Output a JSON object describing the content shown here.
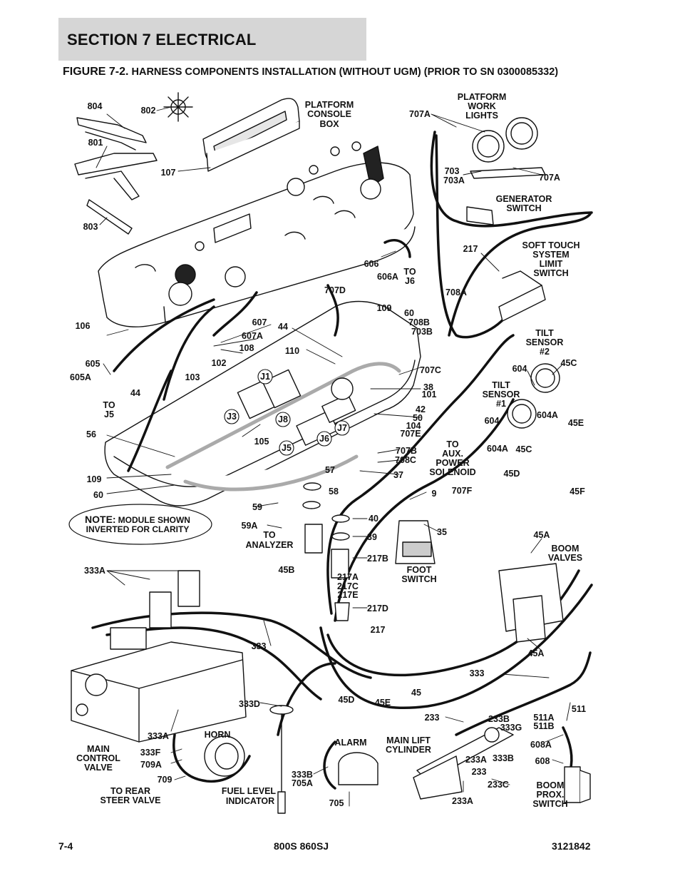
{
  "section_header": "SECTION 7   ELECTRICAL",
  "figure_title": {
    "lead": "FIGURE 7-2.",
    "rest": " HARNESS COMPONENTS INSTALLATION (WITHOUT UGM) (PRIOR TO SN 0300085332)"
  },
  "footer": {
    "page": "7-4",
    "model": "800S 860SJ",
    "doc_number": "3121842"
  },
  "note": {
    "prefix": "NOTE:",
    "line1": "MODULE SHOWN",
    "line2": "INVERTED FOR CLARITY"
  },
  "connectors": [
    "J1",
    "J3",
    "J8",
    "J6",
    "J7",
    "J5"
  ],
  "labels": [
    {
      "t": "804"
    },
    {
      "t": "802"
    },
    {
      "t": "801"
    },
    {
      "t": "803"
    },
    {
      "t": "107"
    },
    {
      "t": "PLATFORM"
    },
    {
      "t": "CONSOLE"
    },
    {
      "t": "BOX"
    },
    {
      "t": "PLATFORM"
    },
    {
      "t": "WORK"
    },
    {
      "t": "LIGHTS"
    },
    {
      "t": "707A"
    },
    {
      "t": "703"
    },
    {
      "t": "703A"
    },
    {
      "t": "707A"
    },
    {
      "t": "GENERATOR"
    },
    {
      "t": "SWITCH"
    },
    {
      "t": "217"
    },
    {
      "t": "SOFT TOUCH"
    },
    {
      "t": "SYSTEM"
    },
    {
      "t": "LIMIT"
    },
    {
      "t": "SWITCH"
    },
    {
      "t": "606"
    },
    {
      "t": "606A"
    },
    {
      "t": "TO"
    },
    {
      "t": "J6"
    },
    {
      "t": "707D"
    },
    {
      "t": "708A"
    },
    {
      "t": "109"
    },
    {
      "t": "60"
    },
    {
      "t": "708B"
    },
    {
      "t": "703B"
    },
    {
      "t": "106"
    },
    {
      "t": "607"
    },
    {
      "t": "607A"
    },
    {
      "t": "44"
    },
    {
      "t": "108"
    },
    {
      "t": "110"
    },
    {
      "t": "605"
    },
    {
      "t": "605A"
    },
    {
      "t": "44"
    },
    {
      "t": "TO"
    },
    {
      "t": "J5"
    },
    {
      "t": "102"
    },
    {
      "t": "103"
    },
    {
      "t": "707C"
    },
    {
      "t": "38"
    },
    {
      "t": "101"
    },
    {
      "t": "TILT"
    },
    {
      "t": "SENSOR"
    },
    {
      "t": "#2"
    },
    {
      "t": "604"
    },
    {
      "t": "45C"
    },
    {
      "t": "TILT"
    },
    {
      "t": "SENSOR"
    },
    {
      "t": "#1"
    },
    {
      "t": "604"
    },
    {
      "t": "604A"
    },
    {
      "t": "45E"
    },
    {
      "t": "42"
    },
    {
      "t": "50"
    },
    {
      "t": "104"
    },
    {
      "t": "707E"
    },
    {
      "t": "56"
    },
    {
      "t": "105"
    },
    {
      "t": "707B"
    },
    {
      "t": "708C"
    },
    {
      "t": "37"
    },
    {
      "t": "TO"
    },
    {
      "t": "AUX."
    },
    {
      "t": "POWER"
    },
    {
      "t": "SOLENOID"
    },
    {
      "t": "604A"
    },
    {
      "t": "45C"
    },
    {
      "t": "45D"
    },
    {
      "t": "45F"
    },
    {
      "t": "109"
    },
    {
      "t": "57"
    },
    {
      "t": "60"
    },
    {
      "t": "58"
    },
    {
      "t": "707F"
    },
    {
      "t": "9"
    },
    {
      "t": "59"
    },
    {
      "t": "40"
    },
    {
      "t": "59A"
    },
    {
      "t": "TO"
    },
    {
      "t": "ANALYZER"
    },
    {
      "t": "39"
    },
    {
      "t": "35"
    },
    {
      "t": "45A"
    },
    {
      "t": "BOOM"
    },
    {
      "t": "VALVES"
    },
    {
      "t": "333A"
    },
    {
      "t": "45B"
    },
    {
      "t": "217B"
    },
    {
      "t": "FOOT"
    },
    {
      "t": "SWITCH"
    },
    {
      "t": "217A"
    },
    {
      "t": "217C"
    },
    {
      "t": "217E"
    },
    {
      "t": "217D"
    },
    {
      "t": "333"
    },
    {
      "t": "217"
    },
    {
      "t": "45A"
    },
    {
      "t": "333"
    },
    {
      "t": "333D"
    },
    {
      "t": "45D"
    },
    {
      "t": "45E"
    },
    {
      "t": "45"
    },
    {
      "t": "233"
    },
    {
      "t": "233B"
    },
    {
      "t": "333G"
    },
    {
      "t": "511"
    },
    {
      "t": "511A"
    },
    {
      "t": "511B"
    },
    {
      "t": "333A"
    },
    {
      "t": "HORN"
    },
    {
      "t": "ALARM"
    },
    {
      "t": "MAIN LIFT"
    },
    {
      "t": "CYLINDER"
    },
    {
      "t": "608A"
    },
    {
      "t": "MAIN"
    },
    {
      "t": "CONTROL"
    },
    {
      "t": "VALVE"
    },
    {
      "t": "333F"
    },
    {
      "t": "709A"
    },
    {
      "t": "233A"
    },
    {
      "t": "333B"
    },
    {
      "t": "608"
    },
    {
      "t": "333B"
    },
    {
      "t": "705A"
    },
    {
      "t": "233"
    },
    {
      "t": "709"
    },
    {
      "t": "233C"
    },
    {
      "t": "BOOM"
    },
    {
      "t": "PROX."
    },
    {
      "t": "SWITCH"
    },
    {
      "t": "TO REAR"
    },
    {
      "t": "STEER VALVE"
    },
    {
      "t": "FUEL LEVEL"
    },
    {
      "t": "INDICATOR"
    },
    {
      "t": "705"
    },
    {
      "t": "233A"
    }
  ]
}
